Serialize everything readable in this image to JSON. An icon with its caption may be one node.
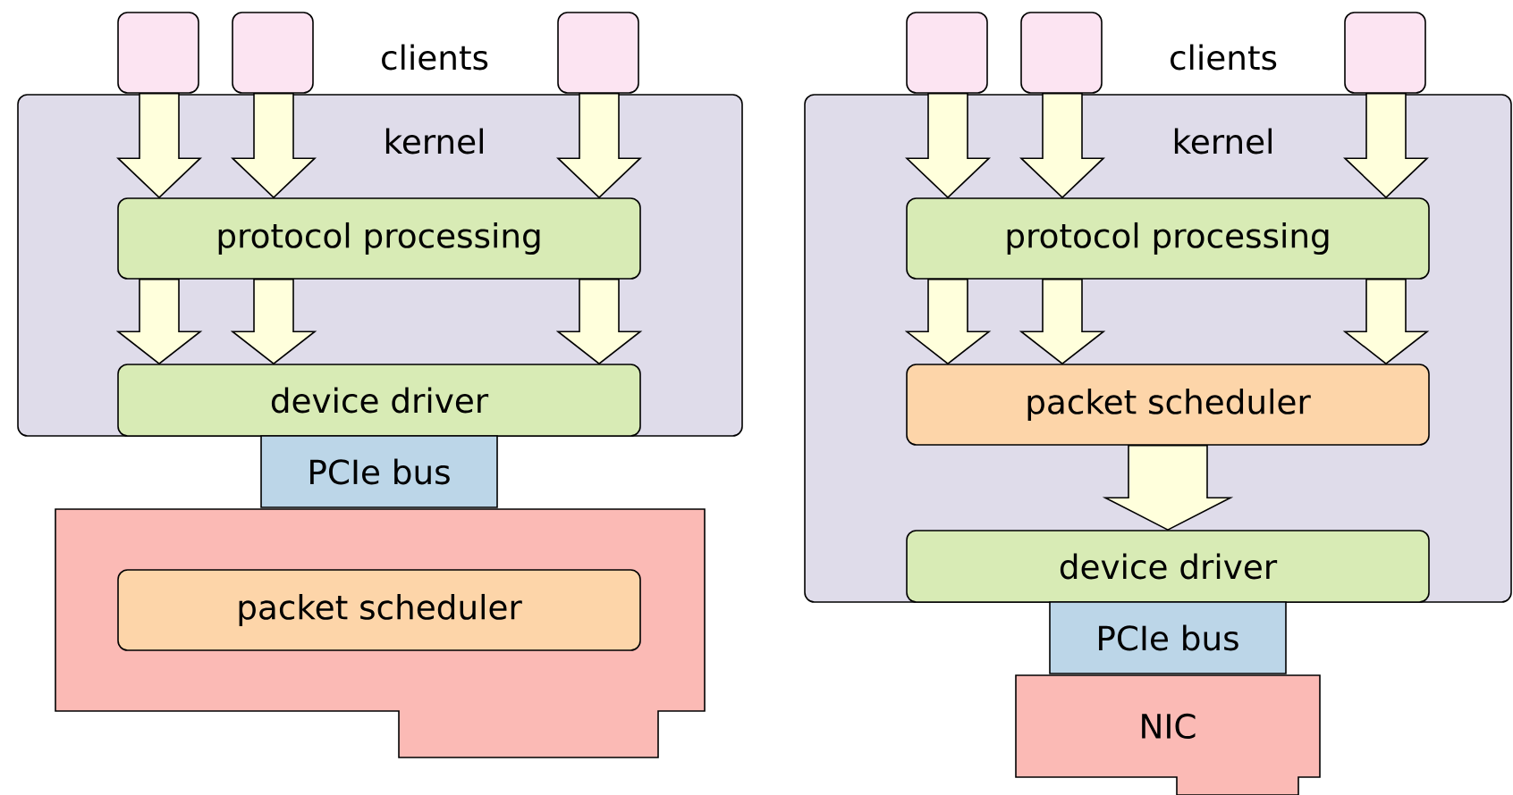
{
  "diagram": {
    "nodes": [
      {
        "text": [],
        "shape": "box"
      },
      {
        "text": [],
        "shape": "box"
      },
      {
        "text": [],
        "shape": "box"
      },
      {
        "text": [
          "kernel"
        ]
      },
      {
        "text": [
          "protocol processing"
        ],
        "in": 3
      },
      {
        "text": [
          "device driver"
        ],
        "in": 3
      },
      {
        "text": [
          "PCIe bus"
        ]
      },
      {
        "text": [],
        "shape": "box"
      },
      {
        "text": [
          "packet scheduler"
        ],
        "in": 7
      },
      {
        "text": [],
        "shape": "box"
      },
      {
        "text": [],
        "shape": "box"
      },
      {
        "text": [],
        "shape": "box"
      },
      {
        "text": [
          "kernel"
        ]
      },
      {
        "text": [
          "protocol processing"
        ],
        "in": 12
      },
      {
        "text": [
          "packet scheduler"
        ],
        "in": 12
      },
      {
        "text": [
          "device driver"
        ],
        "in": 12
      },
      {
        "text": [
          "PCIe bus"
        ]
      },
      {
        "text": [
          "NIC"
        ]
      }
    ],
    "edges": [
      {
        "from": 0,
        "to": 4,
        "arrow": "to"
      },
      {
        "from": 1,
        "to": 4,
        "arrow": "to"
      },
      {
        "from": 2,
        "to": 4,
        "arrow": "to"
      },
      {
        "from": 4,
        "to": 5,
        "arrow": "to"
      },
      {
        "from": 4,
        "to": 5,
        "arrow": "to"
      },
      {
        "from": 4,
        "to": 5,
        "arrow": "to"
      },
      {
        "from": 9,
        "to": 13,
        "arrow": "to"
      },
      {
        "from": 10,
        "to": 13,
        "arrow": "to"
      },
      {
        "from": 11,
        "to": 13,
        "arrow": "to"
      },
      {
        "from": 13,
        "to": 14,
        "arrow": "to"
      },
      {
        "from": 13,
        "to": 14,
        "arrow": "to"
      },
      {
        "from": 13,
        "to": 14,
        "arrow": "to"
      },
      {
        "from": 14,
        "to": 15,
        "arrow": "to"
      }
    ],
    "labels": [
      "clients",
      "clients"
    ]
  }
}
